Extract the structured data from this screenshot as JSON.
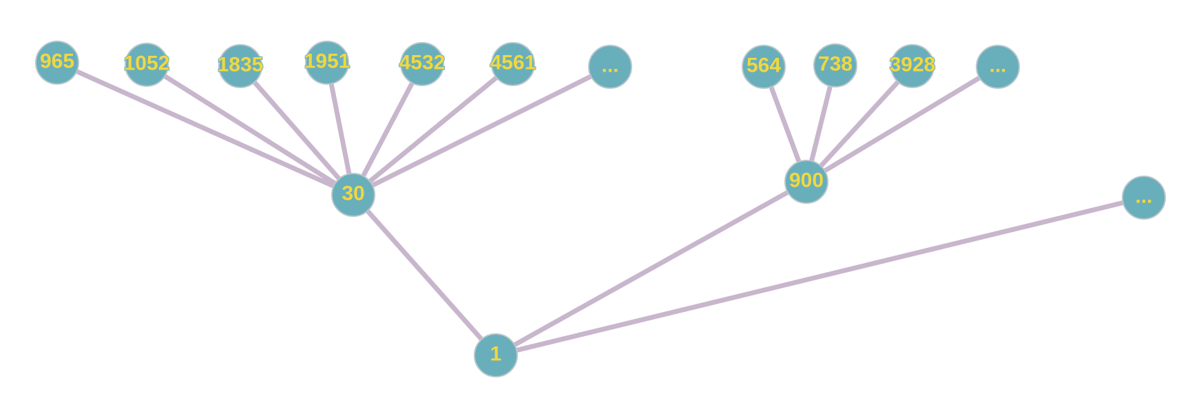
{
  "colors": {
    "node_fill": "#69aebb",
    "node_label": "#f0d840",
    "edge": "#c8b6cd",
    "background": "#ffffff"
  },
  "graph": {
    "nodes": [
      {
        "id": "n1",
        "label": "1"
      },
      {
        "id": "n30",
        "label": "30"
      },
      {
        "id": "n900",
        "label": "900"
      },
      {
        "id": "n_more_root",
        "label": "..."
      },
      {
        "id": "n965",
        "label": "965"
      },
      {
        "id": "n1052",
        "label": "1052"
      },
      {
        "id": "n1835",
        "label": "1835"
      },
      {
        "id": "n1951",
        "label": "1951"
      },
      {
        "id": "n4532",
        "label": "4532"
      },
      {
        "id": "n4561",
        "label": "4561"
      },
      {
        "id": "n_more_30",
        "label": "..."
      },
      {
        "id": "n564",
        "label": "564"
      },
      {
        "id": "n738",
        "label": "738"
      },
      {
        "id": "n3928",
        "label": "3928"
      },
      {
        "id": "n_more_900",
        "label": "..."
      }
    ],
    "edges": [
      {
        "from": "n1",
        "to": "n30"
      },
      {
        "from": "n1",
        "to": "n900"
      },
      {
        "from": "n1",
        "to": "n_more_root"
      },
      {
        "from": "n30",
        "to": "n965"
      },
      {
        "from": "n30",
        "to": "n1052"
      },
      {
        "from": "n30",
        "to": "n1835"
      },
      {
        "from": "n30",
        "to": "n1951"
      },
      {
        "from": "n30",
        "to": "n4532"
      },
      {
        "from": "n30",
        "to": "n4561"
      },
      {
        "from": "n30",
        "to": "n_more_30"
      },
      {
        "from": "n900",
        "to": "n564"
      },
      {
        "from": "n900",
        "to": "n738"
      },
      {
        "from": "n900",
        "to": "n3928"
      },
      {
        "from": "n900",
        "to": "n_more_900"
      }
    ]
  }
}
